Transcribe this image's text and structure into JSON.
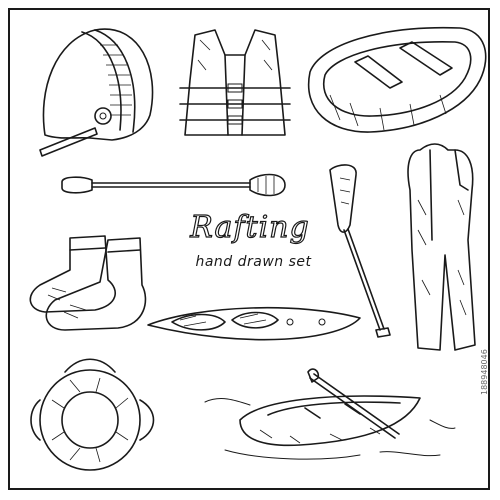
{
  "title": "Rafting",
  "subtitle": "hand drawn set",
  "stock_id": "188948046",
  "ink_color": "#1a1a1a",
  "background_color": "#ffffff",
  "items": [
    {
      "name": "helmet-icon"
    },
    {
      "name": "life-vest-icon"
    },
    {
      "name": "inflatable-raft-icon"
    },
    {
      "name": "double-paddle-icon"
    },
    {
      "name": "single-paddle-icon"
    },
    {
      "name": "wetsuit-icon"
    },
    {
      "name": "neoprene-boots-icon"
    },
    {
      "name": "kayak-icon"
    },
    {
      "name": "life-ring-icon"
    },
    {
      "name": "rowing-boat-icon"
    }
  ]
}
